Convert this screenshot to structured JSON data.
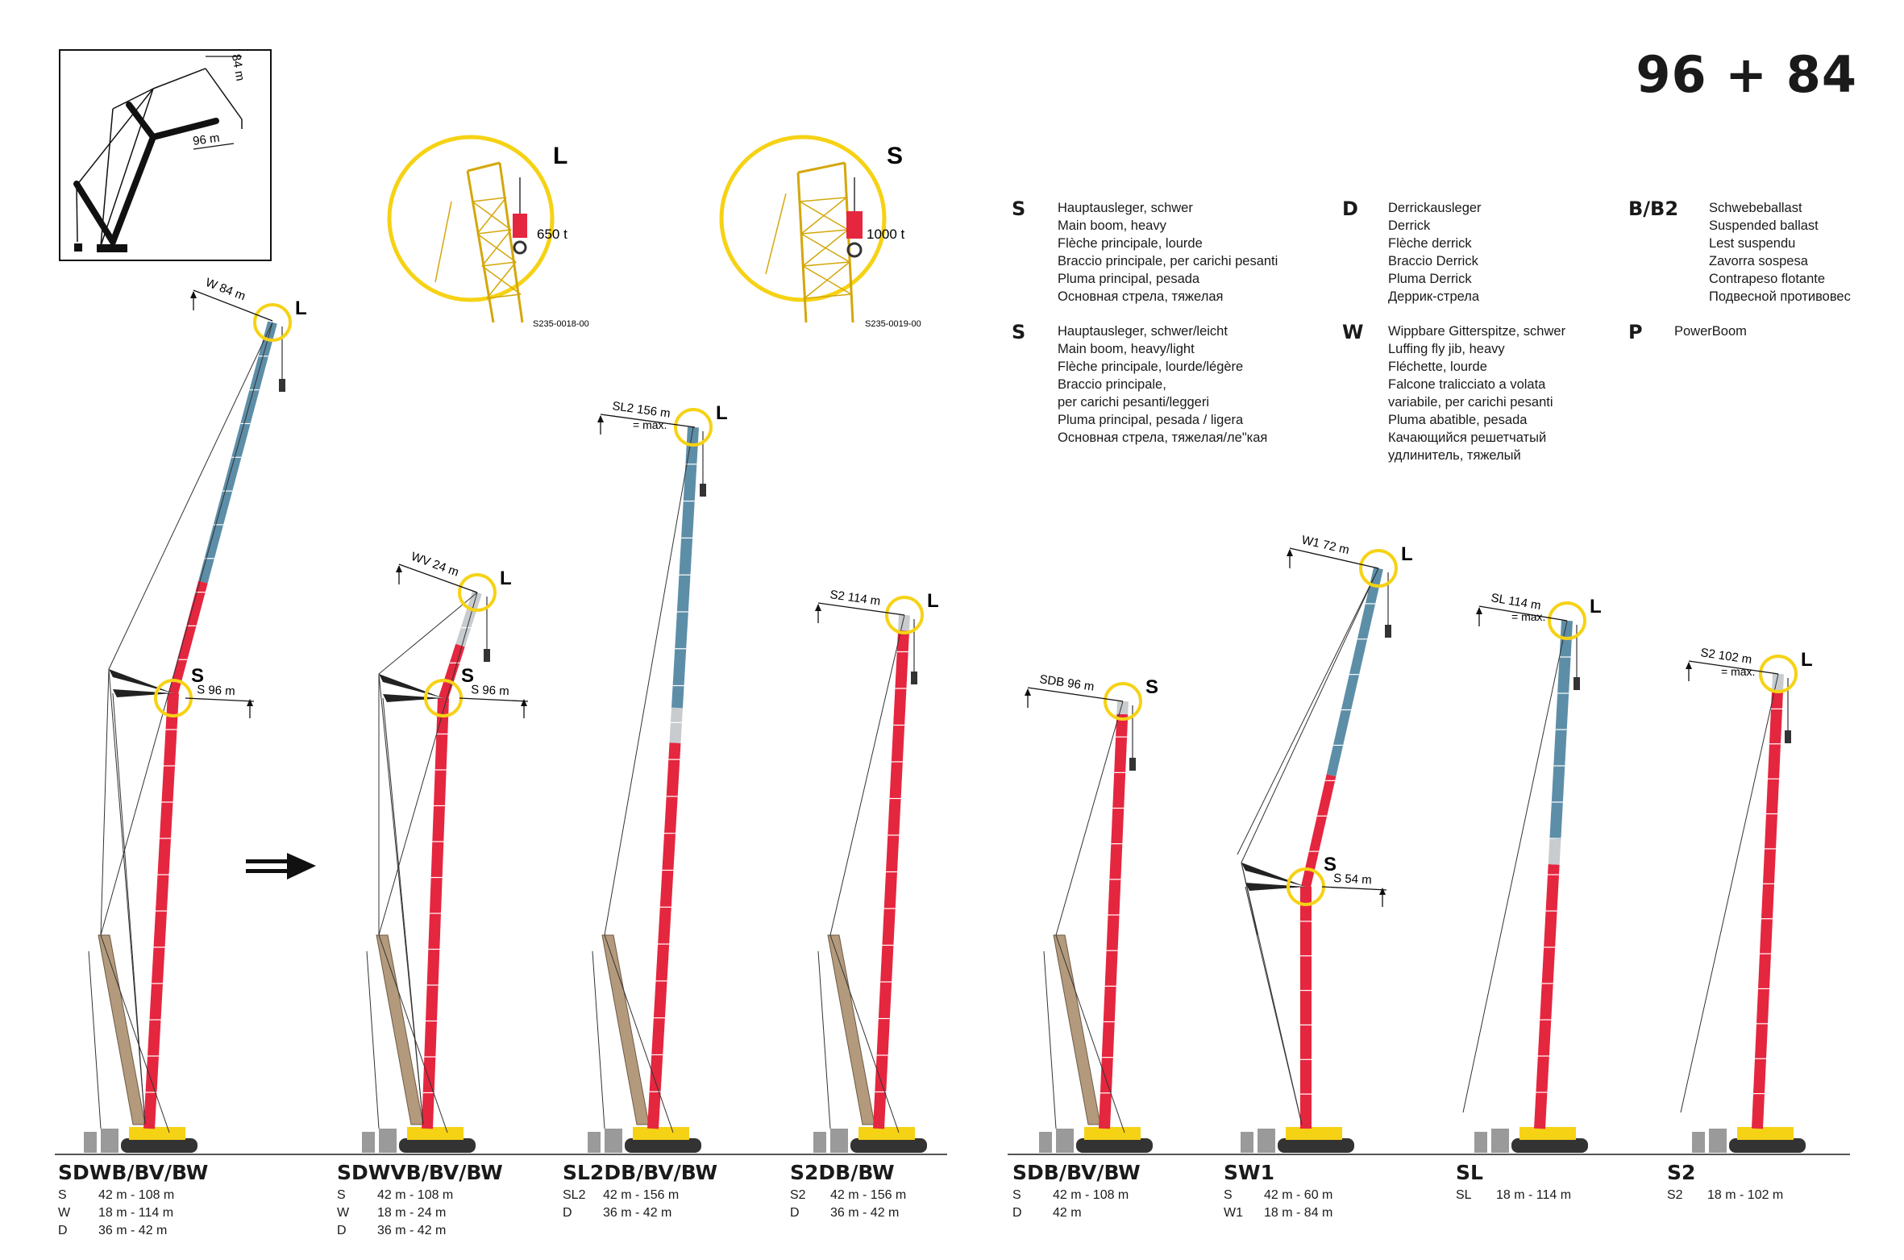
{
  "title": "96 + 84",
  "overview": {
    "label_jib": "84 m",
    "label_boom": "96 m"
  },
  "detail_l": {
    "letter": "L",
    "load": "650 t",
    "code": "S235-0018-00"
  },
  "detail_s": {
    "letter": "S",
    "load": "1000 t",
    "code": "S235-0019-00"
  },
  "legend": [
    {
      "key": "S",
      "text": "Hauptausleger, schwer\nMain boom, heavy\nFlèche principale, lourde\nBraccio principale, per carichi pesanti\nPluma principal, pesada\nОсновная стрела, тяжелая"
    },
    {
      "key": "S",
      "text": "Hauptausleger, schwer/leicht\nMain boom, heavy/light\nFlèche principale, lourde/légère\nBraccio principale,\nper carichi pesanti/leggeri\nPluma principal, pesada / ligera\nОсновная стрела, тяжелая/ле\"кая"
    },
    {
      "key": "D",
      "text": "Derrickausleger\nDerrick\nFlèche derrick\nBraccio Derrick\nPluma Derrick\nДеррик-стрела"
    },
    {
      "key": "W",
      "text": "Wippbare Gitterspitze, schwer\nLuffing fly jib, heavy\nFléchette, lourde\nFalcone tralicciato a volata\nvariabile, per carichi pesanti\nPluma abatible, pesada\nКачающийся решетчатый\nудлинитель, тяжелый"
    },
    {
      "key": "B/B2",
      "text": "Schwebeballast\nSuspended ballast\nLest suspendu\nZavorra sospesa\nContrapeso flotante\nПодвесной противовес"
    },
    {
      "key": "P",
      "text": "PowerBoom"
    }
  ],
  "configs": [
    {
      "name": "SDWB/BV/BW",
      "rows": [
        {
          "k": "S",
          "v": "42 m - 108 m"
        },
        {
          "k": "W",
          "v": "18 m - 114 m"
        },
        {
          "k": "D",
          "v": "36 m - 42 m"
        }
      ],
      "labels": {
        "top": "W 84 m",
        "top_marker": "L",
        "mid": "S 96 m",
        "mid_marker": "S"
      }
    },
    {
      "name": "SDWVB/BV/BW",
      "rows": [
        {
          "k": "S",
          "v": "42 m - 108 m"
        },
        {
          "k": "W",
          "v": "18 m - 24 m"
        },
        {
          "k": "D",
          "v": "36 m - 42 m"
        }
      ],
      "labels": {
        "top": "WV 24 m",
        "top_marker": "L",
        "mid": "S 96 m",
        "mid_marker": "S"
      }
    },
    {
      "name": "SL2DB/BV/BW",
      "rows": [
        {
          "k": "SL2",
          "v": "42 m - 156 m"
        },
        {
          "k": "D",
          "v": "36 m - 42 m"
        }
      ],
      "labels": {
        "top": "SL2 156 m",
        "top_sub": "= max.",
        "top_marker": "L"
      }
    },
    {
      "name": "S2DB/BW",
      "rows": [
        {
          "k": "S2",
          "v": "42 m - 156 m"
        },
        {
          "k": "D",
          "v": "36 m - 42 m"
        }
      ],
      "labels": {
        "top": "S2 114 m",
        "top_marker": "L"
      }
    },
    {
      "name": "SDB/BV/BW",
      "rows": [
        {
          "k": "S",
          "v": "42 m - 108 m"
        },
        {
          "k": "D",
          "v": "42 m"
        }
      ],
      "labels": {
        "top": "SDB 96 m",
        "top_marker": "S"
      }
    },
    {
      "name": "SW1",
      "rows": [
        {
          "k": "S",
          "v": "42 m - 60 m"
        },
        {
          "k": "W1",
          "v": "18 m - 84 m"
        }
      ],
      "labels": {
        "top": "W1 72 m",
        "top_marker": "L",
        "mid": "S 54 m",
        "mid_marker": "S"
      }
    },
    {
      "name": "SL",
      "rows": [
        {
          "k": "SL",
          "v": "18 m - 114 m"
        }
      ],
      "labels": {
        "top": "SL 114 m",
        "top_sub": "= max.",
        "top_marker": "L"
      }
    },
    {
      "name": "S2",
      "rows": [
        {
          "k": "S2",
          "v": "18 m - 102 m"
        }
      ],
      "labels": {
        "top": "S2 102 m",
        "top_sub": "= max.",
        "top_marker": "L"
      }
    }
  ],
  "colors": {
    "red": "#e5263f",
    "blue": "#5d8ea8",
    "grey": "#c8cccf",
    "yellow": "#f6d215",
    "tan": "#b39a7d",
    "ground": "#555555"
  }
}
